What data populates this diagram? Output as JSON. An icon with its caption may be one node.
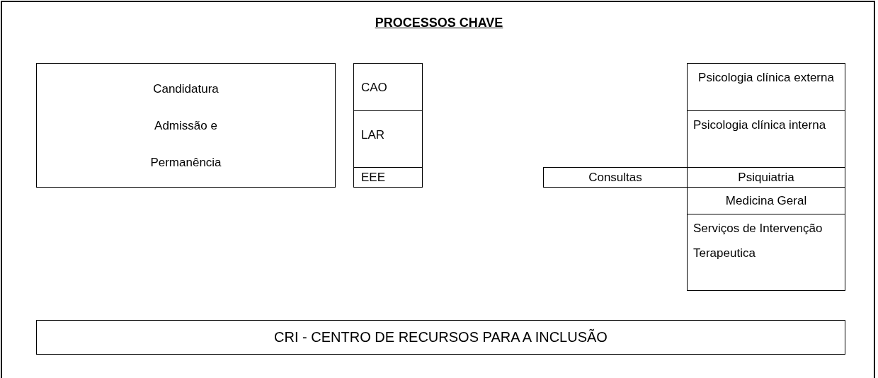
{
  "diagram": {
    "title": "PROCESSOS CHAVE",
    "nodes": [
      {
        "text": [
          "Candidatura",
          "Admissão e Permanência"
        ]
      },
      {
        "text": [
          "CAO"
        ]
      },
      {
        "text": [
          "LAR"
        ]
      },
      {
        "text": [
          "EEE"
        ]
      },
      {
        "text": [
          "Consultas"
        ]
      },
      {
        "text": [
          "Psicologia clínica externa"
        ]
      },
      {
        "text": [
          "Psicologia clínica interna"
        ]
      },
      {
        "text": [
          "Psiquiatria"
        ]
      },
      {
        "text": [
          "Medicina Geral"
        ]
      },
      {
        "text": [
          "Serviços de Intervenção Terapeutica"
        ]
      },
      {
        "text": [
          "CRI - CENTRO DE RECURSOS PARA A INCLUSÃO"
        ]
      }
    ],
    "edges": []
  }
}
